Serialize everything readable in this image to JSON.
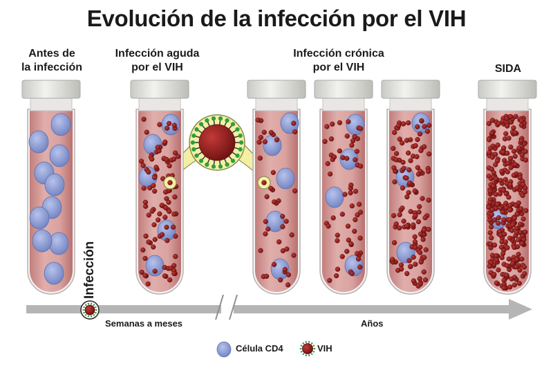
{
  "title": "Evolución de la infección por el VIH",
  "stages": {
    "before": [
      "Antes de",
      "la infección"
    ],
    "acute": [
      "Infección aguda",
      "por el VIH"
    ],
    "chronic": [
      "Infección crónica",
      "por el VIH"
    ],
    "aids": [
      "SIDA"
    ]
  },
  "timeline": {
    "infection_marker": "Infección",
    "weeks_label": "Semanas a meses",
    "years_label": "Años"
  },
  "legend": {
    "cd4": "Célula CD4",
    "hiv": "VIH"
  },
  "colors": {
    "cd4_cell": "#8f9fd2",
    "hiv_particle": "#8e1c1c",
    "hiv_spike": "#2e9e3e",
    "tube_liquid": "#d49a97",
    "tube_cap": "#d9d9d6",
    "timeline_arrow": "#b5b5b5",
    "zoom_circle": "#f3f0a6"
  }
}
